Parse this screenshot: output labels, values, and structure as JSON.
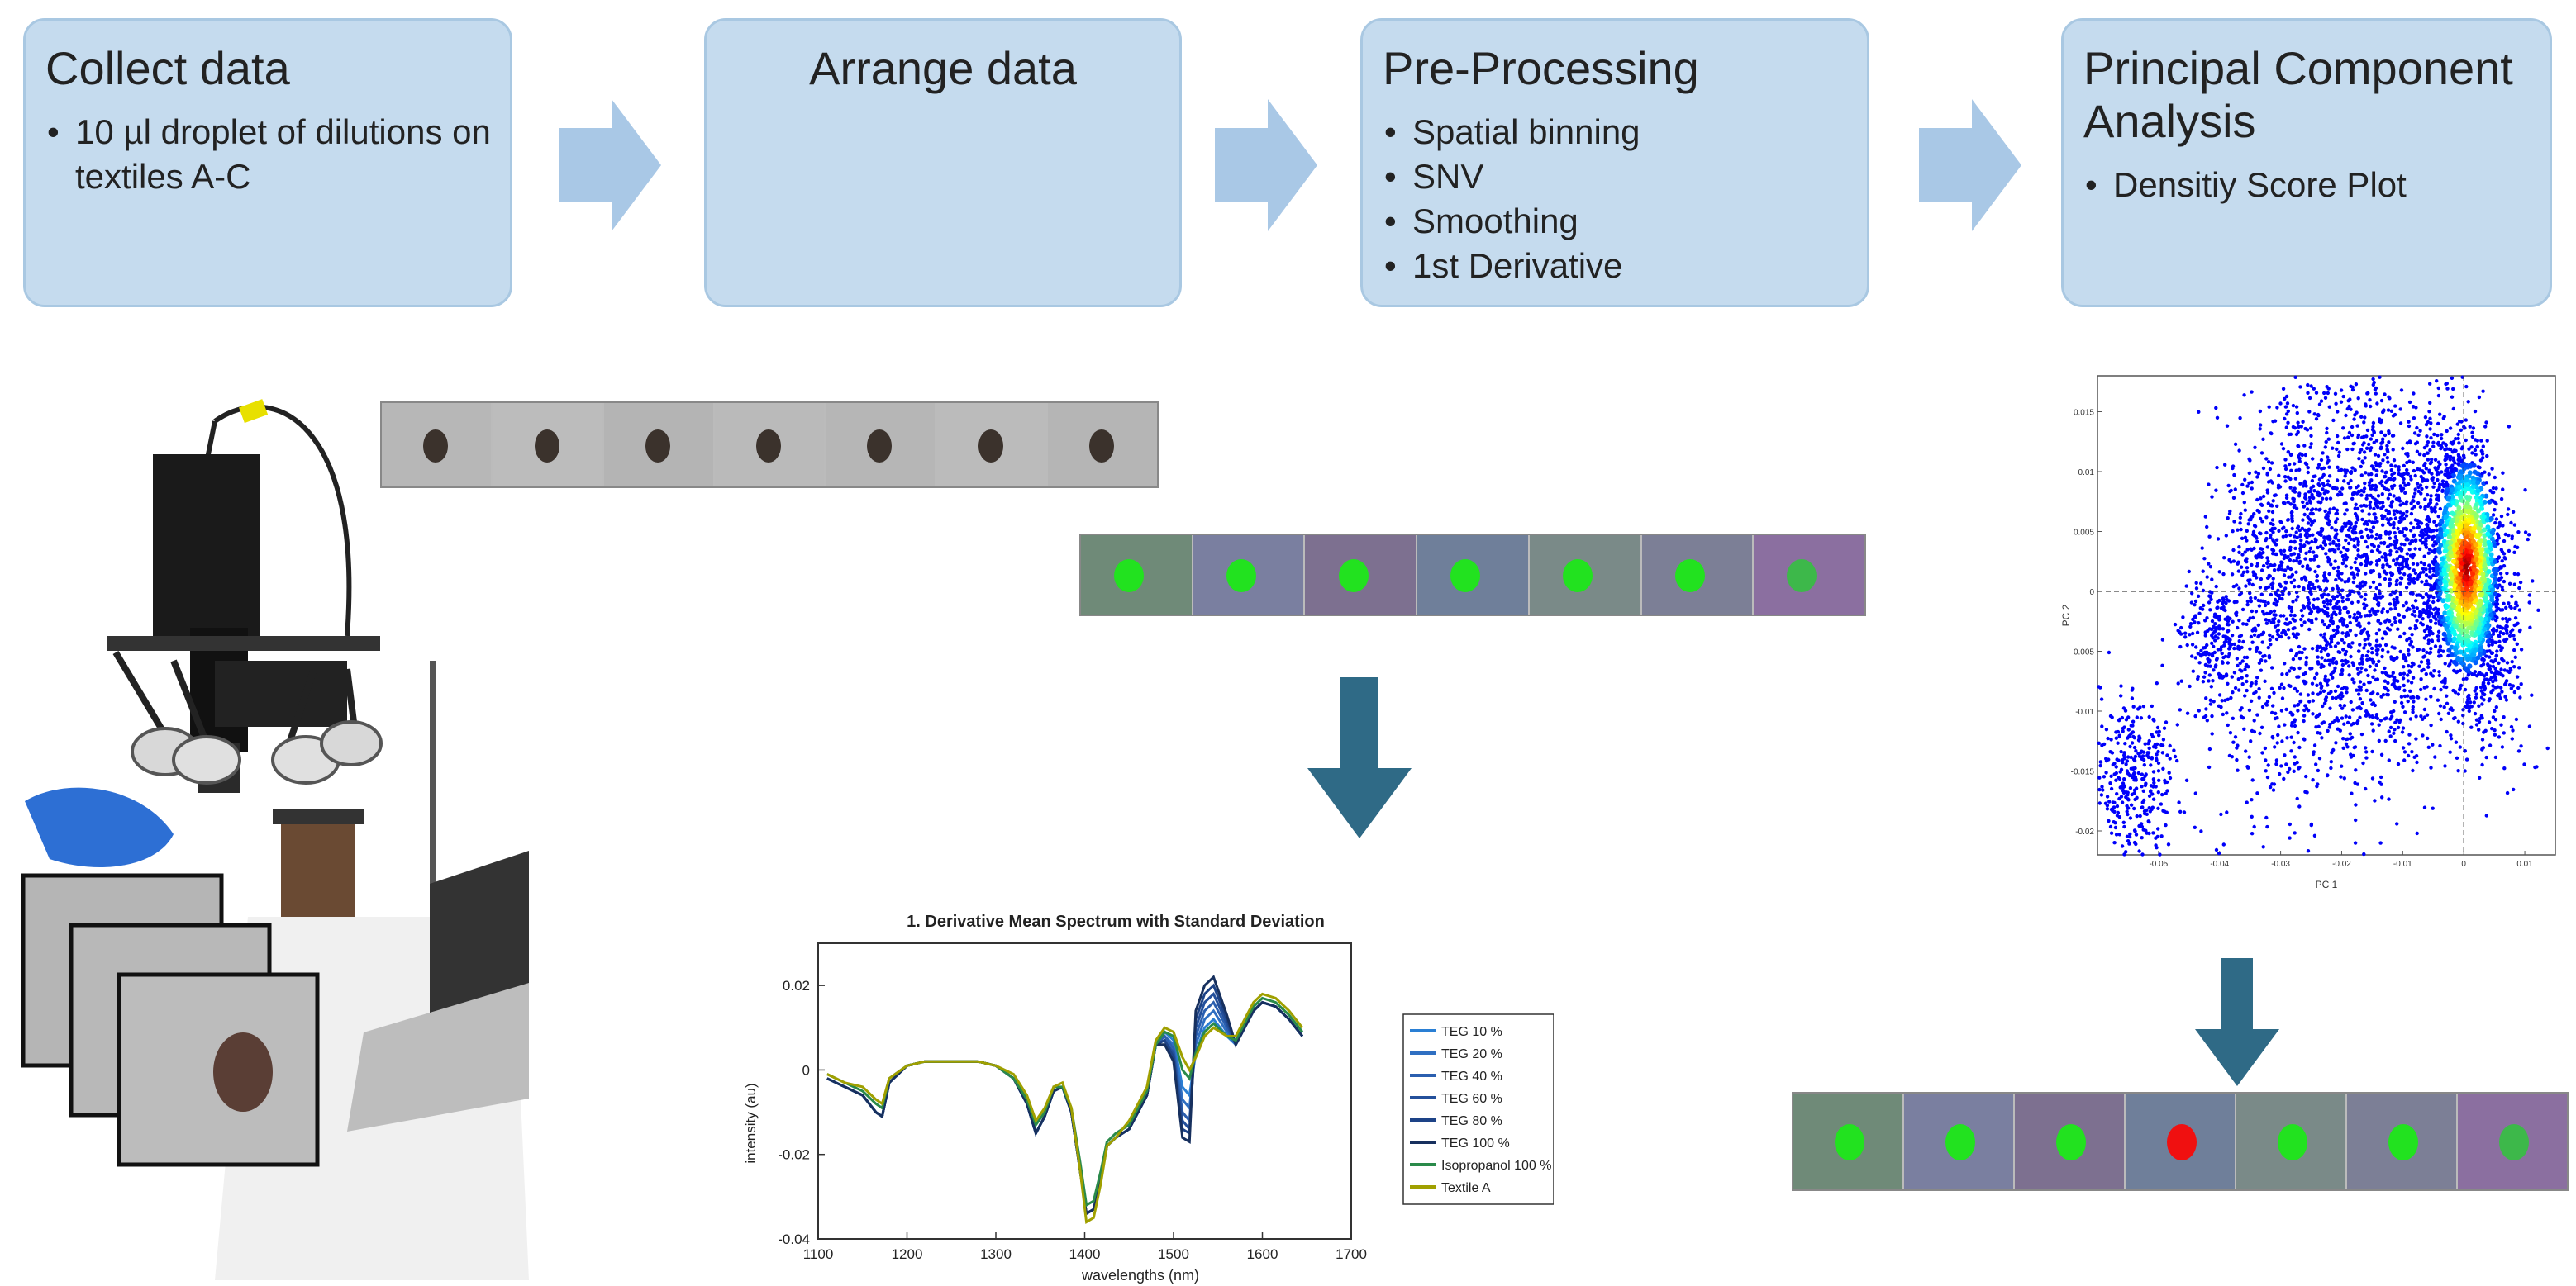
{
  "steps": [
    {
      "title": "Collect data",
      "bullets": [
        "10 µl droplet of dilutions on textiles A-C"
      ]
    },
    {
      "title": "Arrange data",
      "bullets": []
    },
    {
      "title": "Pre-Processing",
      "bullets": [
        "Spatial binning",
        "SNV",
        "Smoothing",
        "1st Derivative"
      ]
    },
    {
      "title": "Principal Component Analysis",
      "bullets": [
        "Densitiy Score Plot"
      ]
    }
  ],
  "colors": {
    "box_fill": "#c5dbee",
    "box_border": "#a9c8e2",
    "flow_arrow": "#a9c8e6",
    "down_arrow": "#2f6a86",
    "spot_green": "#22e21f",
    "spot_red": "#f01010"
  },
  "textile_strip": {
    "count": 7
  },
  "hyperspectral_strip": {
    "count": 7,
    "spot_color": "green"
  },
  "classified_strip": {
    "count": 7,
    "highlight_index": 3,
    "highlight_color": "red"
  },
  "chart_data": [
    {
      "type": "line",
      "title": "1. Derivative Mean Spectrum with Standard Deviation",
      "xlabel": "wavelengths (nm)",
      "ylabel": "intensity (au)",
      "xlim": [
        1100,
        1700
      ],
      "ylim": [
        -0.04,
        0.03
      ],
      "x_ticks": [
        1100,
        1200,
        1300,
        1400,
        1500,
        1600,
        1700
      ],
      "y_ticks": [
        0.02,
        0,
        -0.02,
        -0.04
      ],
      "y_tick_labels": [
        "0.02",
        "0",
        "-0.02",
        "-0.04"
      ],
      "legend_position": "right",
      "x": [
        1110,
        1130,
        1150,
        1165,
        1172,
        1180,
        1200,
        1220,
        1240,
        1260,
        1280,
        1300,
        1320,
        1335,
        1345,
        1355,
        1365,
        1375,
        1385,
        1395,
        1402,
        1410,
        1418,
        1425,
        1435,
        1450,
        1470,
        1480,
        1490,
        1500,
        1510,
        1518,
        1525,
        1535,
        1545,
        1560,
        1570,
        1580,
        1590,
        1600,
        1615,
        1630,
        1645
      ],
      "series": [
        {
          "name": "TEG 10 %",
          "color": "#2a7fd4",
          "values": [
            -0.002,
            -0.004,
            -0.006,
            -0.01,
            -0.011,
            -0.003,
            0.001,
            0.002,
            0.002,
            0.002,
            0.002,
            0.001,
            -0.002,
            -0.008,
            -0.015,
            -0.011,
            -0.005,
            -0.004,
            -0.01,
            -0.024,
            -0.034,
            -0.033,
            -0.026,
            -0.018,
            -0.016,
            -0.014,
            -0.006,
            0.006,
            0.009,
            0.007,
            -0.004,
            -0.006,
            0.004,
            0.01,
            0.012,
            0.008,
            0.006,
            0.01,
            0.014,
            0.016,
            0.015,
            0.012,
            0.008
          ]
        },
        {
          "name": "TEG 20 %",
          "color": "#2f6fc2",
          "values": [
            -0.002,
            -0.004,
            -0.006,
            -0.01,
            -0.011,
            -0.003,
            0.001,
            0.002,
            0.002,
            0.002,
            0.002,
            0.001,
            -0.002,
            -0.008,
            -0.015,
            -0.011,
            -0.005,
            -0.004,
            -0.01,
            -0.024,
            -0.034,
            -0.033,
            -0.026,
            -0.018,
            -0.016,
            -0.014,
            -0.006,
            0.006,
            0.008,
            0.006,
            -0.007,
            -0.009,
            0.006,
            0.012,
            0.014,
            0.009,
            0.006,
            0.01,
            0.014,
            0.016,
            0.015,
            0.012,
            0.008
          ]
        },
        {
          "name": "TEG 40 %",
          "color": "#2b5faf",
          "values": [
            -0.002,
            -0.004,
            -0.006,
            -0.01,
            -0.011,
            -0.003,
            0.001,
            0.002,
            0.002,
            0.002,
            0.002,
            0.001,
            -0.002,
            -0.008,
            -0.015,
            -0.011,
            -0.005,
            -0.004,
            -0.01,
            -0.024,
            -0.034,
            -0.033,
            -0.026,
            -0.018,
            -0.016,
            -0.014,
            -0.006,
            0.006,
            0.008,
            0.005,
            -0.01,
            -0.012,
            0.008,
            0.014,
            0.016,
            0.01,
            0.006,
            0.01,
            0.014,
            0.016,
            0.015,
            0.012,
            0.008
          ]
        },
        {
          "name": "TEG 60 %",
          "color": "#24509b",
          "values": [
            -0.002,
            -0.004,
            -0.006,
            -0.01,
            -0.011,
            -0.003,
            0.001,
            0.002,
            0.002,
            0.002,
            0.002,
            0.001,
            -0.002,
            -0.008,
            -0.015,
            -0.011,
            -0.005,
            -0.004,
            -0.01,
            -0.024,
            -0.034,
            -0.033,
            -0.026,
            -0.018,
            -0.016,
            -0.014,
            -0.006,
            0.006,
            0.007,
            0.004,
            -0.012,
            -0.014,
            0.01,
            0.016,
            0.018,
            0.011,
            0.006,
            0.01,
            0.014,
            0.016,
            0.015,
            0.012,
            0.008
          ]
        },
        {
          "name": "TEG 80 %",
          "color": "#1d4387",
          "values": [
            -0.002,
            -0.004,
            -0.006,
            -0.01,
            -0.011,
            -0.003,
            0.001,
            0.002,
            0.002,
            0.002,
            0.002,
            0.001,
            -0.002,
            -0.008,
            -0.015,
            -0.011,
            -0.005,
            -0.004,
            -0.01,
            -0.024,
            -0.034,
            -0.033,
            -0.026,
            -0.018,
            -0.016,
            -0.014,
            -0.006,
            0.006,
            0.007,
            0.003,
            -0.014,
            -0.015,
            0.012,
            0.018,
            0.02,
            0.012,
            0.006,
            0.01,
            0.014,
            0.016,
            0.015,
            0.012,
            0.008
          ]
        },
        {
          "name": "TEG 100 %",
          "color": "#17305e",
          "values": [
            -0.002,
            -0.004,
            -0.006,
            -0.01,
            -0.011,
            -0.003,
            0.001,
            0.002,
            0.002,
            0.002,
            0.002,
            0.001,
            -0.002,
            -0.008,
            -0.015,
            -0.011,
            -0.005,
            -0.004,
            -0.01,
            -0.024,
            -0.034,
            -0.033,
            -0.026,
            -0.018,
            -0.016,
            -0.014,
            -0.006,
            0.006,
            0.006,
            0.002,
            -0.016,
            -0.017,
            0.014,
            0.02,
            0.022,
            0.013,
            0.006,
            0.01,
            0.014,
            0.016,
            0.015,
            0.012,
            0.008
          ]
        },
        {
          "name": "Isopropanol 100 %",
          "color": "#2a8a4a",
          "values": [
            -0.001,
            -0.003,
            -0.005,
            -0.008,
            -0.009,
            -0.002,
            0.001,
            0.002,
            0.002,
            0.002,
            0.002,
            0.001,
            -0.002,
            -0.007,
            -0.013,
            -0.01,
            -0.004,
            -0.004,
            -0.009,
            -0.022,
            -0.032,
            -0.031,
            -0.024,
            -0.017,
            -0.015,
            -0.013,
            -0.005,
            0.006,
            0.009,
            0.008,
            0.0,
            -0.002,
            0.004,
            0.009,
            0.011,
            0.008,
            0.007,
            0.011,
            0.015,
            0.017,
            0.016,
            0.013,
            0.009
          ]
        },
        {
          "name": "Textile A",
          "color": "#a0a000",
          "values": [
            -0.001,
            -0.003,
            -0.004,
            -0.007,
            -0.008,
            -0.002,
            0.001,
            0.002,
            0.002,
            0.002,
            0.002,
            0.001,
            -0.001,
            -0.006,
            -0.012,
            -0.009,
            -0.004,
            -0.003,
            -0.009,
            -0.024,
            -0.036,
            -0.035,
            -0.027,
            -0.018,
            -0.016,
            -0.012,
            -0.004,
            0.007,
            0.01,
            0.009,
            0.003,
            0.0,
            0.003,
            0.008,
            0.01,
            0.008,
            0.008,
            0.012,
            0.016,
            0.018,
            0.017,
            0.014,
            0.01
          ]
        }
      ]
    },
    {
      "type": "scatter",
      "title": "",
      "xlabel": "PC 1",
      "ylabel": "PC 2",
      "xlim": [
        -0.06,
        0.015
      ],
      "ylim": [
        -0.022,
        0.018
      ],
      "x_ticks": [
        -0.05,
        -0.04,
        -0.03,
        -0.02,
        -0.01,
        0,
        0.01
      ],
      "x_tick_labels": [
        "-0.05",
        "-0.04",
        "-0.03",
        "-0.02",
        "-0.01",
        "0",
        "0.01"
      ],
      "y_ticks": [
        0.015,
        0.01,
        0.005,
        0,
        -0.005,
        -0.01,
        -0.015,
        -0.02
      ],
      "y_tick_labels": [
        "0.015",
        "0.01",
        "0.005",
        "0",
        "-0.005",
        "-0.01",
        "-0.015",
        "-0.02"
      ],
      "density_colormap": "jet",
      "grid": false,
      "reference_lines": [
        {
          "axis": "x",
          "value": 0
        },
        {
          "axis": "y",
          "value": 0
        }
      ]
    }
  ]
}
